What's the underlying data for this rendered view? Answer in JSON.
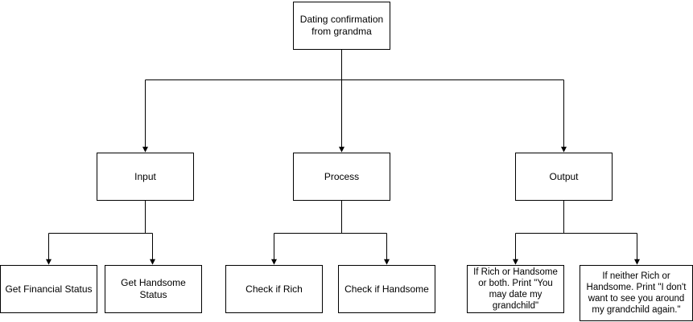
{
  "diagram": {
    "root": "Dating confirmation from grandma",
    "input": {
      "label": "Input",
      "children": [
        "Get Financial Status",
        "Get Handsome Status"
      ]
    },
    "process": {
      "label": "Process",
      "children": [
        "Check if Rich",
        "Check if Handsome"
      ]
    },
    "output": {
      "label": "Output",
      "children": [
        "If Rich or Handsome or both. Print \"You may date my grandchild\"",
        "If neither Rich or Handsome. Print \"I don't want to see you around my grandchild again.\""
      ]
    }
  },
  "colors": {
    "stroke": "#000000",
    "fill": "#ffffff"
  }
}
